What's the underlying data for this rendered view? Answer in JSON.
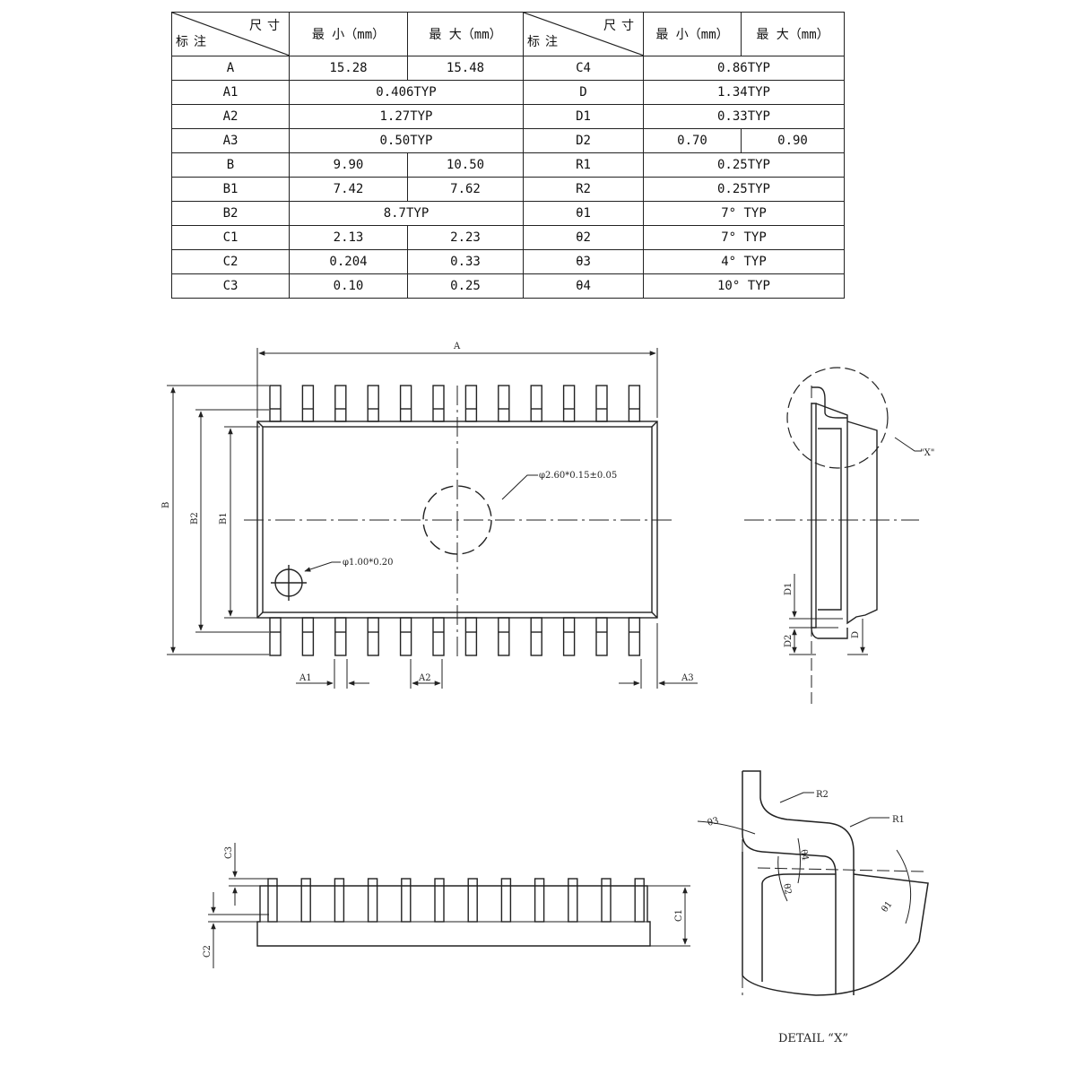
{
  "table": {
    "header": {
      "corner_top": "尺寸",
      "corner_bottom": "标注",
      "min": "最 小（mm）",
      "max": "最 大（mm）"
    },
    "left_rows": [
      {
        "label": "A",
        "min": "15.28",
        "max": "15.48"
      },
      {
        "label": "A1",
        "typ": "0.406TYP"
      },
      {
        "label": "A2",
        "typ": "1.27TYP"
      },
      {
        "label": "A3",
        "typ": "0.50TYP"
      },
      {
        "label": "B",
        "min": "9.90",
        "max": "10.50"
      },
      {
        "label": "B1",
        "min": "7.42",
        "max": "7.62"
      },
      {
        "label": "B2",
        "typ": "8.7TYP"
      },
      {
        "label": "C1",
        "min": "2.13",
        "max": "2.23"
      },
      {
        "label": "C2",
        "min": "0.204",
        "max": "0.33"
      },
      {
        "label": "C3",
        "min": "0.10",
        "max": "0.25"
      }
    ],
    "right_rows": [
      {
        "label": "C4",
        "typ": "0.86TYP"
      },
      {
        "label": "D",
        "typ": "1.34TYP"
      },
      {
        "label": "D1",
        "typ": "0.33TYP"
      },
      {
        "label": "D2",
        "min": "0.70",
        "max": "0.90"
      },
      {
        "label": "R1",
        "typ": "0.25TYP"
      },
      {
        "label": "R2",
        "typ": "0.25TYP"
      },
      {
        "label": "θ1",
        "typ": "7° TYP"
      },
      {
        "label": "θ2",
        "typ": "7° TYP"
      },
      {
        "label": "θ3",
        "typ": "4° TYP"
      },
      {
        "label": "θ4",
        "typ": "10° TYP"
      }
    ]
  },
  "drawing": {
    "top_view": {
      "dim_a": "A",
      "dim_b": "B",
      "dim_b1": "B1",
      "dim_b2": "B2",
      "dim_a1": "A1",
      "dim_a2": "A2",
      "dim_a3": "A3",
      "ejector_pin_note": "φ2.60*0.15±0.05",
      "pin1_mark_note": "φ1.00*0.20",
      "pin_count_per_side": 12
    },
    "side_view": {
      "dim_d": "D",
      "dim_d1": "D1",
      "dim_d2": "D2",
      "detail_ref": "\"X\""
    },
    "front_view": {
      "dim_c1": "C1",
      "dim_c2": "C2",
      "dim_c3": "C3",
      "lead_count": 12
    },
    "detail": {
      "caption": "DETAIL “X”",
      "r1": "R1",
      "r2": "R2",
      "theta1": "θ1",
      "theta2": "θ2",
      "theta3": "θ3",
      "theta4": "θ4"
    }
  }
}
